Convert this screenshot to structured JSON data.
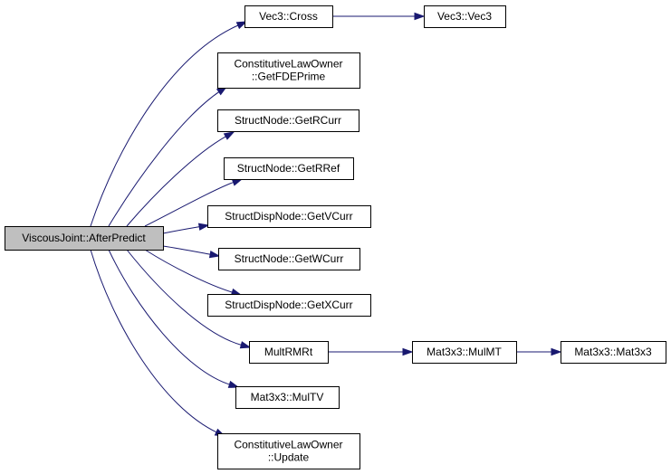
{
  "root": {
    "id": "viscous-afterpredict",
    "label": [
      "ViscousJoint::AfterPredict"
    ]
  },
  "nodes": [
    {
      "id": "vec3-cross",
      "label": [
        "Vec3::Cross"
      ]
    },
    {
      "id": "vec3-vec3",
      "label": [
        "Vec3::Vec3"
      ]
    },
    {
      "id": "claw-getfdeprime",
      "label": [
        "ConstitutiveLawOwner",
        "::GetFDEPrime"
      ]
    },
    {
      "id": "structnode-getrcurr",
      "label": [
        "StructNode::GetRCurr"
      ]
    },
    {
      "id": "structnode-getrref",
      "label": [
        "StructNode::GetRRef"
      ]
    },
    {
      "id": "structdispnode-getvcurr",
      "label": [
        "StructDispNode::GetVCurr"
      ]
    },
    {
      "id": "structnode-getwcurr",
      "label": [
        "StructNode::GetWCurr"
      ]
    },
    {
      "id": "structdispnode-getxcurr",
      "label": [
        "StructDispNode::GetXCurr"
      ]
    },
    {
      "id": "multrmrt",
      "label": [
        "MultRMRt"
      ]
    },
    {
      "id": "mat3x3-mulmt",
      "label": [
        "Mat3x3::MulMT"
      ]
    },
    {
      "id": "mat3x3-mat3x3",
      "label": [
        "Mat3x3::Mat3x3"
      ]
    },
    {
      "id": "mat3x3-multv",
      "label": [
        "Mat3x3::MulTV"
      ]
    },
    {
      "id": "claw-update",
      "label": [
        "ConstitutiveLawOwner",
        "::Update"
      ]
    }
  ],
  "edges": [
    [
      "viscous-afterpredict",
      "vec3-cross"
    ],
    [
      "viscous-afterpredict",
      "claw-getfdeprime"
    ],
    [
      "viscous-afterpredict",
      "structnode-getrcurr"
    ],
    [
      "viscous-afterpredict",
      "structnode-getrref"
    ],
    [
      "viscous-afterpredict",
      "structdispnode-getvcurr"
    ],
    [
      "viscous-afterpredict",
      "structnode-getwcurr"
    ],
    [
      "viscous-afterpredict",
      "structdispnode-getxcurr"
    ],
    [
      "viscous-afterpredict",
      "multrmrt"
    ],
    [
      "viscous-afterpredict",
      "mat3x3-multv"
    ],
    [
      "viscous-afterpredict",
      "claw-update"
    ],
    [
      "vec3-cross",
      "vec3-vec3"
    ],
    [
      "multrmrt",
      "mat3x3-mulmt"
    ],
    [
      "mat3x3-mulmt",
      "mat3x3-mat3x3"
    ]
  ],
  "colors": {
    "edge": "#191970",
    "root_fill": "#bfbfbf",
    "node_fill": "#ffffff",
    "node_border": "#000000"
  }
}
